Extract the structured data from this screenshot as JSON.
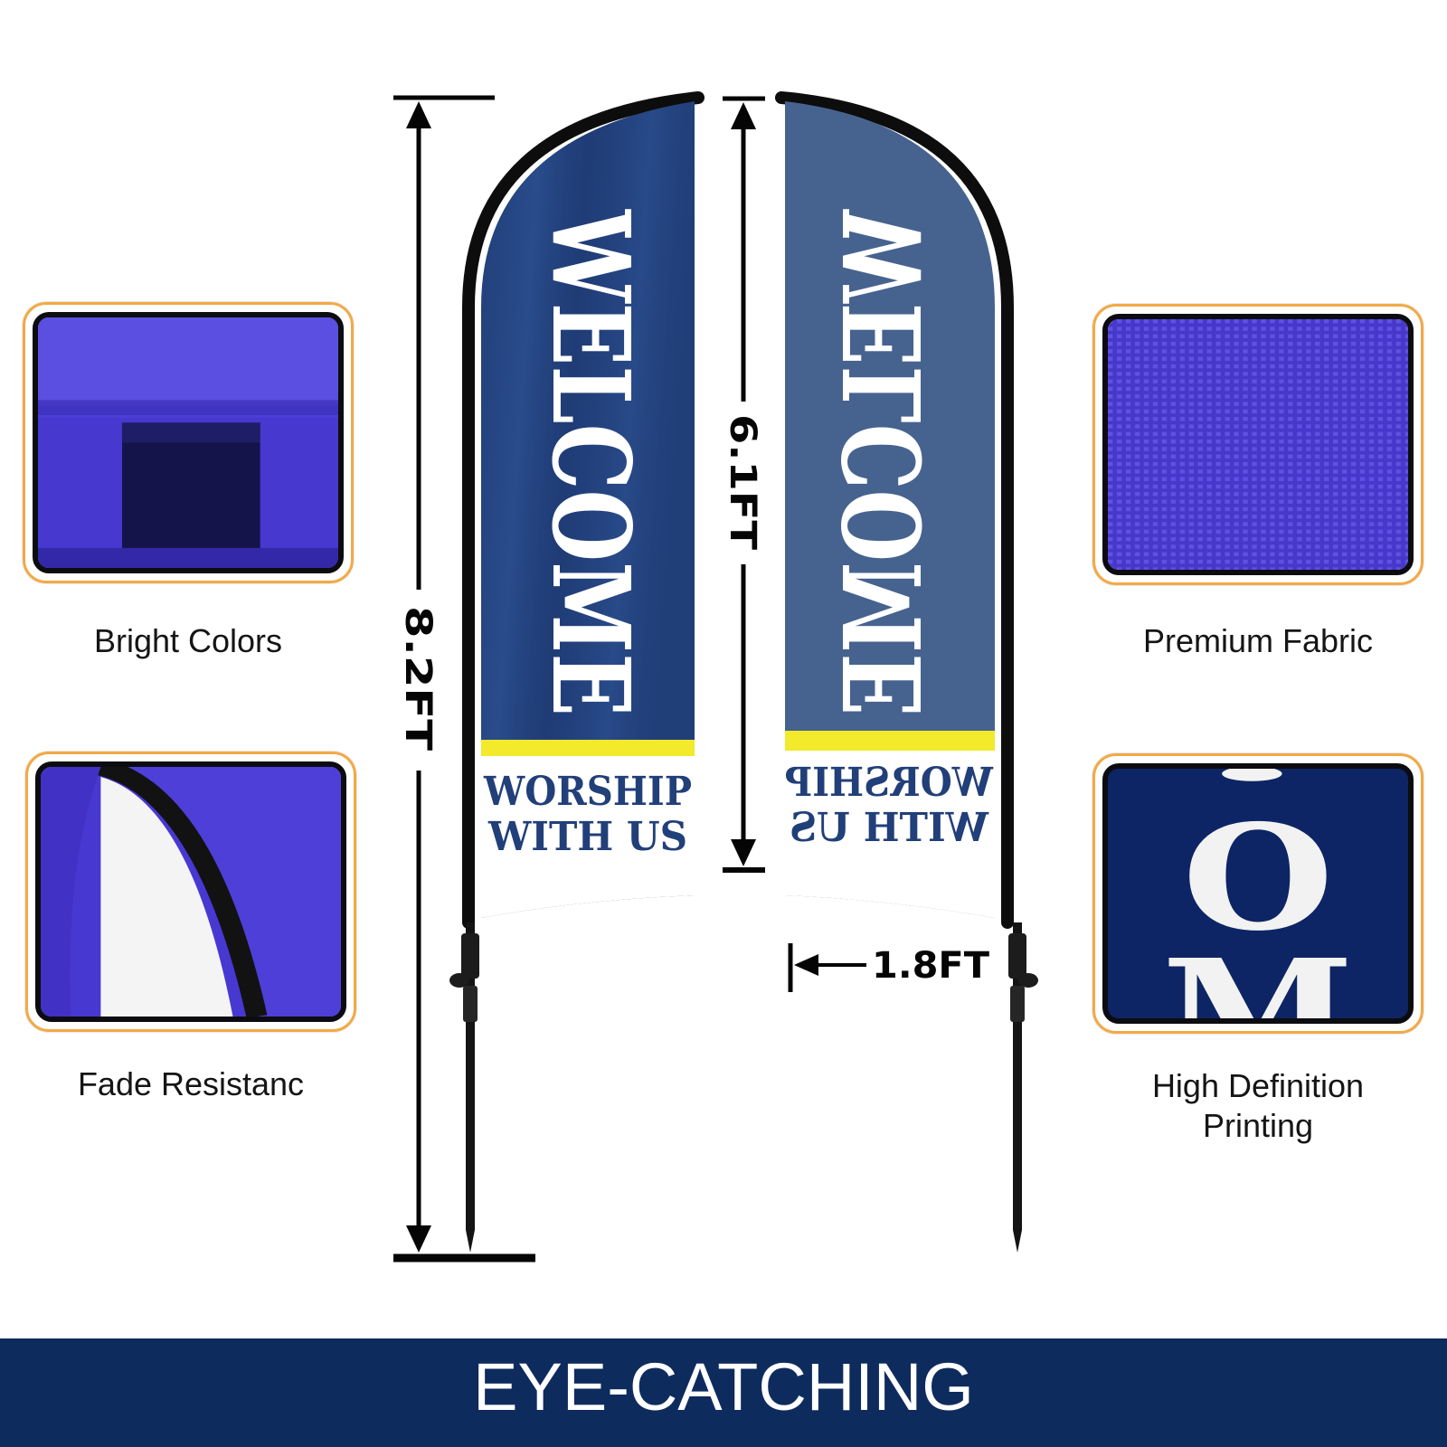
{
  "flag_front": {
    "title": "WELCOME",
    "subtitle_line1": "WORSHIP",
    "subtitle_line2": "WITH US"
  },
  "flag_back": {
    "title": "WELCOME",
    "subtitle_line1": "WORSHIP",
    "subtitle_line2": "WITH US"
  },
  "dimensions": {
    "total_height": "8.2FT",
    "flag_height": "6.1FT",
    "flag_width": "1.8FT"
  },
  "features": [
    {
      "label": "Bright Colors",
      "icon": "fabric-seam-closeup"
    },
    {
      "label": "Fade Resistanc",
      "icon": "fabric-edge-closeup"
    },
    {
      "label": "Premium Fabric",
      "icon": "fabric-weave-closeup"
    },
    {
      "label": "High Definition\nPrinting",
      "icon": "printed-letters-closeup",
      "letters": "OM"
    }
  ],
  "banner": {
    "text": "EYE-CATCHING"
  },
  "colors": {
    "flag_front": "#213f79",
    "flag_back": "#46638f",
    "accent_yellow": "#f2ea2a",
    "swatch_border": "#f3a944",
    "fabric_blue": "#4c3ed6",
    "banner_bg": "#0e2b5e"
  }
}
